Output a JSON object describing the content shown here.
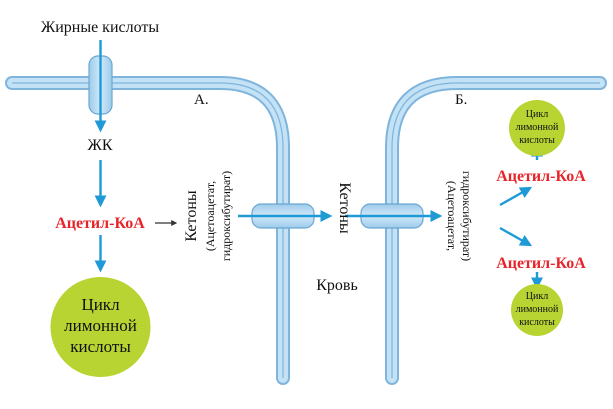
{
  "labels": {
    "fatty_acids": "Жирные кислоты",
    "fa_short": "ЖК",
    "panel_a": "А.",
    "panel_b": "Б.",
    "acetyl_coa": "Ацетил-КоА",
    "ketones": "Кетоны",
    "ketone_types": "(Ацетоацетат,",
    "ketone_types_2": "гидроксибутират)",
    "blood": "Кровь",
    "cycle_line1": "Цикл",
    "cycle_line2": "лимонной",
    "cycle_line3": "кислоты"
  },
  "colors": {
    "membrane": "#a9d4ef",
    "membrane_edge": "#7fb5dc",
    "arrow": "#1e9ad6",
    "acetyl_red": "#e8242a",
    "cycle_green": "#b8d432",
    "text": "#111111"
  }
}
